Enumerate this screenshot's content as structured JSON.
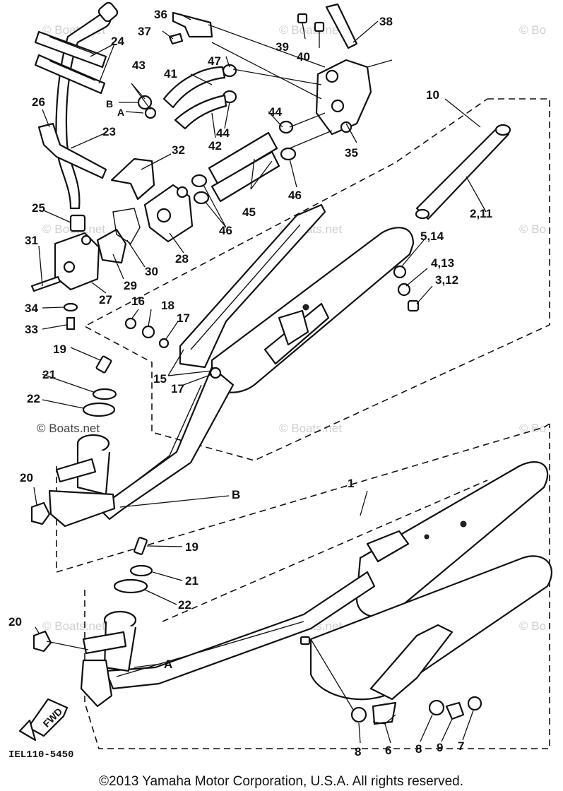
{
  "labels": {
    "l1": "1",
    "l2_11": "2,11",
    "l3_12": "3,12",
    "l4_13": "4,13",
    "l5_14": "5,14",
    "l6": "6",
    "l7": "7",
    "l8a": "8",
    "l8b": "8",
    "l9": "9",
    "l10": "10",
    "l15": "15",
    "l16": "16",
    "l17a": "17",
    "l17b": "17",
    "l18": "18",
    "l19a": "19",
    "l19b": "19",
    "l20a": "20",
    "l20b": "20",
    "l21a": "21",
    "l21b": "21",
    "l22a": "22",
    "l22b": "22",
    "l23": "23",
    "l24": "24",
    "l25": "25",
    "l26": "26",
    "l27": "27",
    "l28": "28",
    "l29": "29",
    "l30": "30",
    "l31": "31",
    "l32": "32",
    "l33": "33",
    "l34": "34",
    "l35": "35",
    "l36": "36",
    "l37": "37",
    "l38": "38",
    "l39": "39",
    "l40": "40",
    "l41": "41",
    "l42": "42",
    "l43": "43",
    "l44a": "44",
    "l44b": "44",
    "l45": "45",
    "l46a": "46",
    "l46b": "46",
    "l47": "47",
    "refA1": "A",
    "refB1": "B",
    "refA2": "A",
    "refB2": "B"
  },
  "watermarks": {
    "w1": "© Boats.net",
    "w2": "© Bo",
    "w3": "© Boats.net",
    "w4": "© Boats.net",
    "w5": "© Bo",
    "w6": "© Boats.net",
    "w7": "© Boats.net",
    "w8": "© Bo",
    "w9": "© Boats.net",
    "w10": "© Boats.net",
    "w11": "© Bo",
    "w12": "© Boats.net"
  },
  "fwd": "FWD",
  "diagram_code": "IEL110-5450",
  "copyright": "©2013 Yamaha Motor Corporation, U.S.A. All rights reserved."
}
